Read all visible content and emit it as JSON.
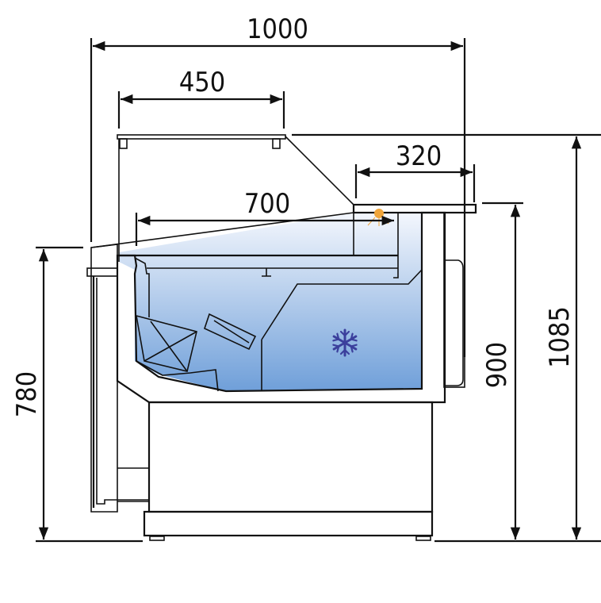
{
  "dimensions": {
    "overall_depth": "1000",
    "glass_top_depth": "450",
    "worktop_depth": "320",
    "display_depth": "700",
    "front_height": "780",
    "worktop_height": "900",
    "overall_height": "1085"
  },
  "icons": {
    "cooling": "snowflake-icon",
    "lighting": "lamp-icon"
  },
  "colors": {
    "cabinet_gray": "#dfe4e4",
    "hatch_gray": "#c5cccb",
    "tub_blue_top": "#f4f7fd",
    "tub_blue_bottom": "#6f9fd9",
    "snowflake": "#3b3f9c",
    "lamp": "#f0a53a"
  }
}
